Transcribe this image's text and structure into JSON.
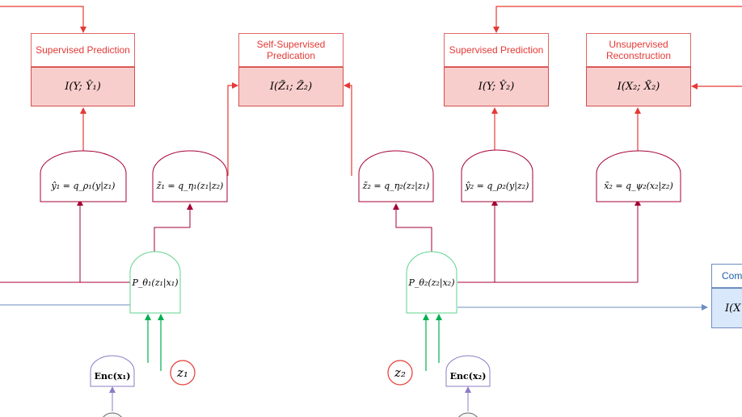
{
  "boxes": {
    "sup1": {
      "title": "Supervised Prediction",
      "mi": "I(Y; Ŷ₁)"
    },
    "self": {
      "title": "Self-Supervised Predication",
      "mi": "I(Z̃₁; Z̃₂)"
    },
    "sup2": {
      "title": "Supervised Prediction",
      "mi": "I(Y; Ŷ₂)"
    },
    "unsup": {
      "title": "Unsupervised Reconstruction",
      "mi": "I(X₂; X̃₂)"
    },
    "comp": {
      "title": "Com",
      "mi": "I(X"
    }
  },
  "decoders": {
    "y1": "ŷ₁ = q_ρ₁(y|z₁)",
    "zt1": "z̃₁ = q_η₁(z₁|z₂)",
    "zt2": "z̃₂ = q_η₂(z₂|z₁)",
    "y2": "ŷ₂ = q_ρ₂(y|z₂)",
    "x2": "x̃₂ = q_ψ₂(x₂|z₂)"
  },
  "encoders": {
    "p1": "P_θ₁(z₁|x₁)",
    "p2": "P_θ₂(z₂|x₂)",
    "enc1": "Enc(x₁)",
    "enc2": "Enc(x₂)"
  },
  "latents": {
    "z1": "z₁",
    "z2": "z₂"
  },
  "colors": {
    "red_line": "#e53935",
    "crimson": "#a50034",
    "green": "#00b050",
    "blue_line": "#6c8ebf",
    "purple": "#8e7cc3",
    "mi_fill": "#f8cecc",
    "blue_fill": "#dae8fc"
  }
}
